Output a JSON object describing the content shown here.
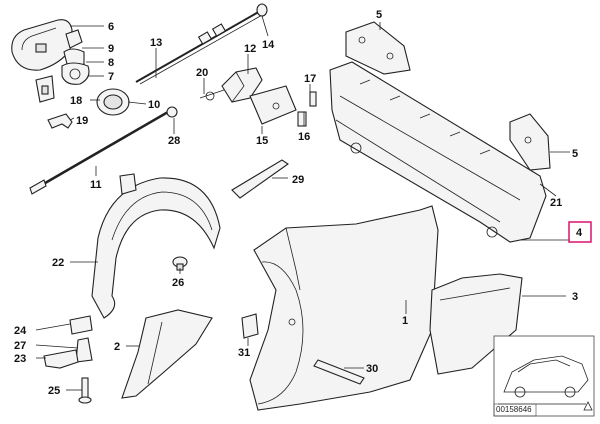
{
  "callouts": [
    {
      "id": "c6",
      "text": "6"
    },
    {
      "id": "c9",
      "text": "9"
    },
    {
      "id": "c8",
      "text": "8"
    },
    {
      "id": "c7",
      "text": "7"
    },
    {
      "id": "c13",
      "text": "13"
    },
    {
      "id": "c12",
      "text": "12"
    },
    {
      "id": "c14",
      "text": "14"
    },
    {
      "id": "c20",
      "text": "20"
    },
    {
      "id": "c5a",
      "text": "5"
    },
    {
      "id": "c5b",
      "text": "5"
    },
    {
      "id": "c17",
      "text": "17"
    },
    {
      "id": "c18",
      "text": "18"
    },
    {
      "id": "c10",
      "text": "10"
    },
    {
      "id": "c16",
      "text": "16"
    },
    {
      "id": "c19",
      "text": "19"
    },
    {
      "id": "c15",
      "text": "15"
    },
    {
      "id": "c28",
      "text": "28"
    },
    {
      "id": "c11",
      "text": "11"
    },
    {
      "id": "c29",
      "text": "29"
    },
    {
      "id": "c21",
      "text": "21"
    },
    {
      "id": "c4",
      "text": "4"
    },
    {
      "id": "c22",
      "text": "22"
    },
    {
      "id": "c26",
      "text": "26"
    },
    {
      "id": "c3",
      "text": "3"
    },
    {
      "id": "c1",
      "text": "1"
    },
    {
      "id": "c24",
      "text": "24"
    },
    {
      "id": "c2",
      "text": "2"
    },
    {
      "id": "c27",
      "text": "27"
    },
    {
      "id": "c31",
      "text": "31"
    },
    {
      "id": "c23",
      "text": "23"
    },
    {
      "id": "c30",
      "text": "30"
    },
    {
      "id": "c25",
      "text": "25"
    }
  ],
  "highlighted_callout": "4",
  "catalog_number": "00158646",
  "highlight_color": "#e0207a"
}
